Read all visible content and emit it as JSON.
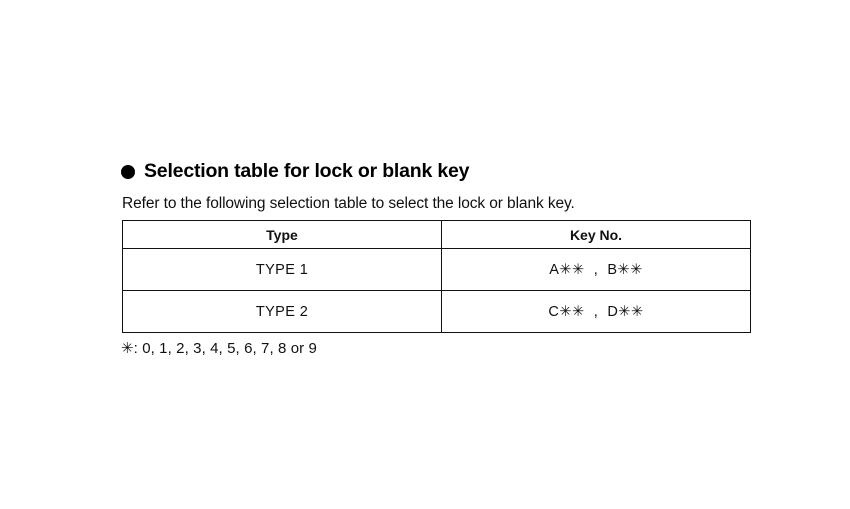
{
  "section": {
    "bullet_icon": "filled-circle-bullet",
    "heading": "Selection table for lock or blank key",
    "intro": "Refer to the following selection table to select the lock or blank key."
  },
  "table": {
    "columns": [
      "Type",
      "Key No."
    ],
    "rows": [
      {
        "type": "TYPE 1",
        "key_no": "A✳✳  ,  B✳✳"
      },
      {
        "type": "TYPE 2",
        "key_no": "C✳✳  ,  D✳✳"
      }
    ]
  },
  "footnote": "✳: 0, 1, 2, 3, 4, 5, 6, 7, 8 or 9",
  "colors": {
    "background": "#ffffff",
    "ink": "#111111",
    "rule": "#111111"
  }
}
